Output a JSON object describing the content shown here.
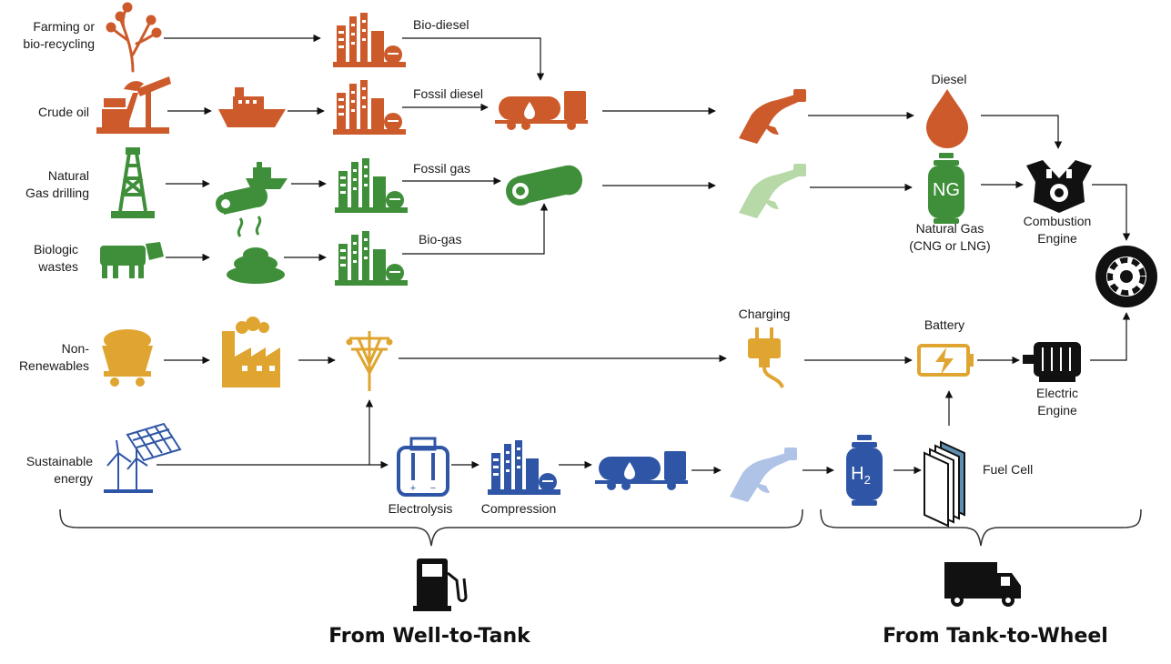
{
  "colors": {
    "orange": "#CC5A2A",
    "green": "#3F8F3A",
    "light_green": "#B7D9A8",
    "yellow": "#E0A530",
    "blue": "#2F56A6",
    "light_blue": "#AFC3E6",
    "black": "#111111"
  },
  "sources": {
    "farming": "Farming or\nbio-recycling",
    "crude_oil": "Crude oil",
    "natural_gas_drilling": "Natural\nGas drilling",
    "biologic_wastes": "Biologic\nwastes",
    "non_renewables": "Non-\nRenewables",
    "sustainable_energy": "Sustainable\nenergy"
  },
  "labels": {
    "bio_diesel": "Bio-diesel",
    "fossil_diesel": "Fossil diesel",
    "fossil_gas": "Fossil gas",
    "bio_gas": "Bio-gas",
    "diesel": "Diesel",
    "natural_gas": "Natural Gas\n(CNG or LNG)",
    "combustion_engine": "Combustion\nEngine",
    "charging": "Charging",
    "battery": "Battery",
    "electric_engine": "Electric\nEngine",
    "electrolysis": "Electrolysis",
    "compression": "Compression",
    "fuel_cell": "Fuel Cell",
    "ng_badge": "NG",
    "h2_badge": "H",
    "h2_sub": "2"
  },
  "sections": {
    "well_to_tank": "From Well-to-Tank",
    "tank_to_wheel": "From Tank-to-Wheel"
  }
}
